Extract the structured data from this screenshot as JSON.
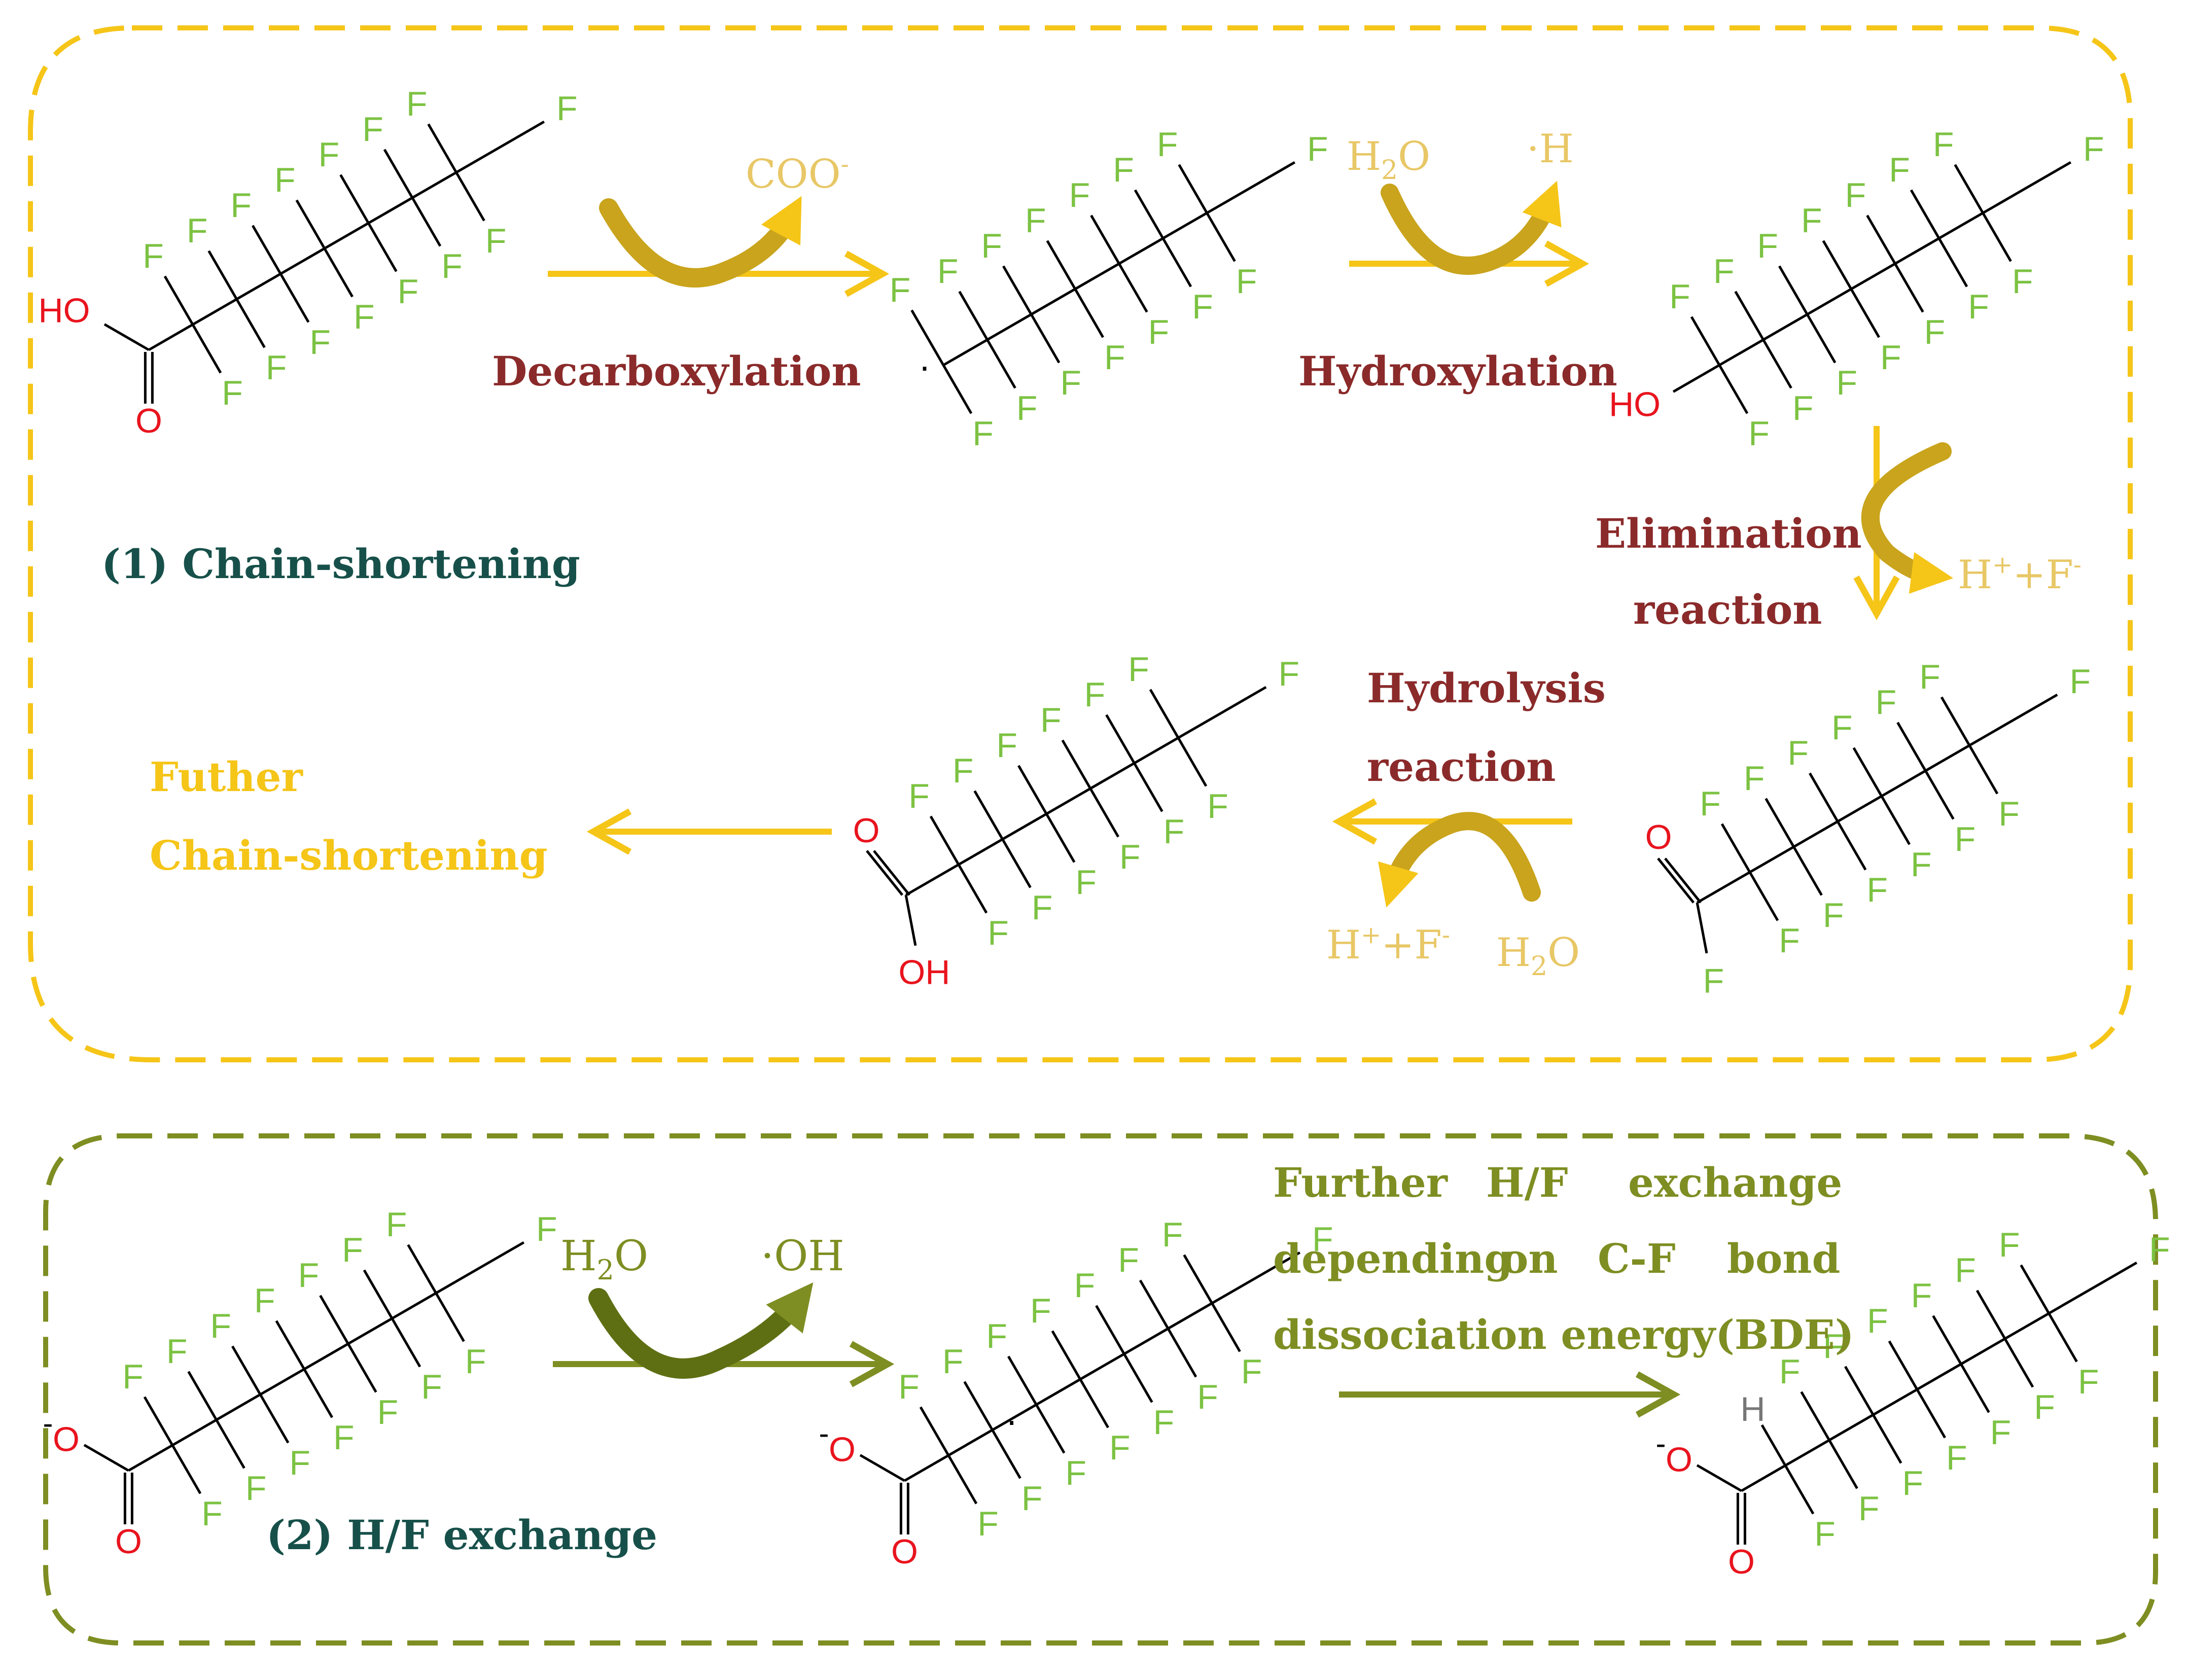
{
  "colors": {
    "yellow": "#F5C518",
    "gold": "#C9A41C",
    "pale_yellow": "#E8C766",
    "olive": "#7E8E22",
    "dark_olive": "#5E6F13",
    "bond": "#000000",
    "oxygen": "#E8141E",
    "fluorine": "#7CC242",
    "title_teal": "#17504A",
    "maroon": "#8B2A2A",
    "h_gray": "#777777"
  },
  "section1": {
    "title": "(1)  Chain-shortening",
    "decarboxylation": "Decarboxylation",
    "coo": "COO",
    "coo_sup": "-",
    "h2o_h": "H",
    "h2o_sub": "2",
    "h2o_o": "O",
    "h_radical": "·H",
    "hydroxylation": "Hydroxylation",
    "elimination_1": "Elimination",
    "elimination_2": "reaction",
    "hf_h": "H",
    "hf_plus": "+",
    "hf_f": "+F",
    "hf_minus": "-",
    "hydrolysis_1": "Hydrolysis",
    "hydrolysis_2": "reaction",
    "hydrolysis_hf_h": "H",
    "hydrolysis_hf_plus": "+",
    "hydrolysis_hf_f": "+F",
    "hydrolysis_hf_minus": "-",
    "hydrolysis_h2o_h": "H",
    "hydrolysis_h2o_sub": "2",
    "hydrolysis_h2o_o": "O",
    "further_1": "Futher",
    "further_2": "Chain-shortening"
  },
  "section2": {
    "title": "(2)  H/F exchange",
    "h2o_h": "H",
    "h2o_sub": "2",
    "h2o_o": "O",
    "oh_radical": "·OH",
    "further_line1": [
      "Further",
      "H/F",
      "exchange"
    ],
    "further_line2": [
      "depending",
      "on",
      "C-F",
      "bond"
    ],
    "further_line3": "dissociation energy(BDE)"
  },
  "atoms": {
    "F": "F",
    "HO": "HO",
    "OH": "OH",
    "O": "O",
    "H": "H",
    "minus": "-",
    "dot": "·"
  }
}
